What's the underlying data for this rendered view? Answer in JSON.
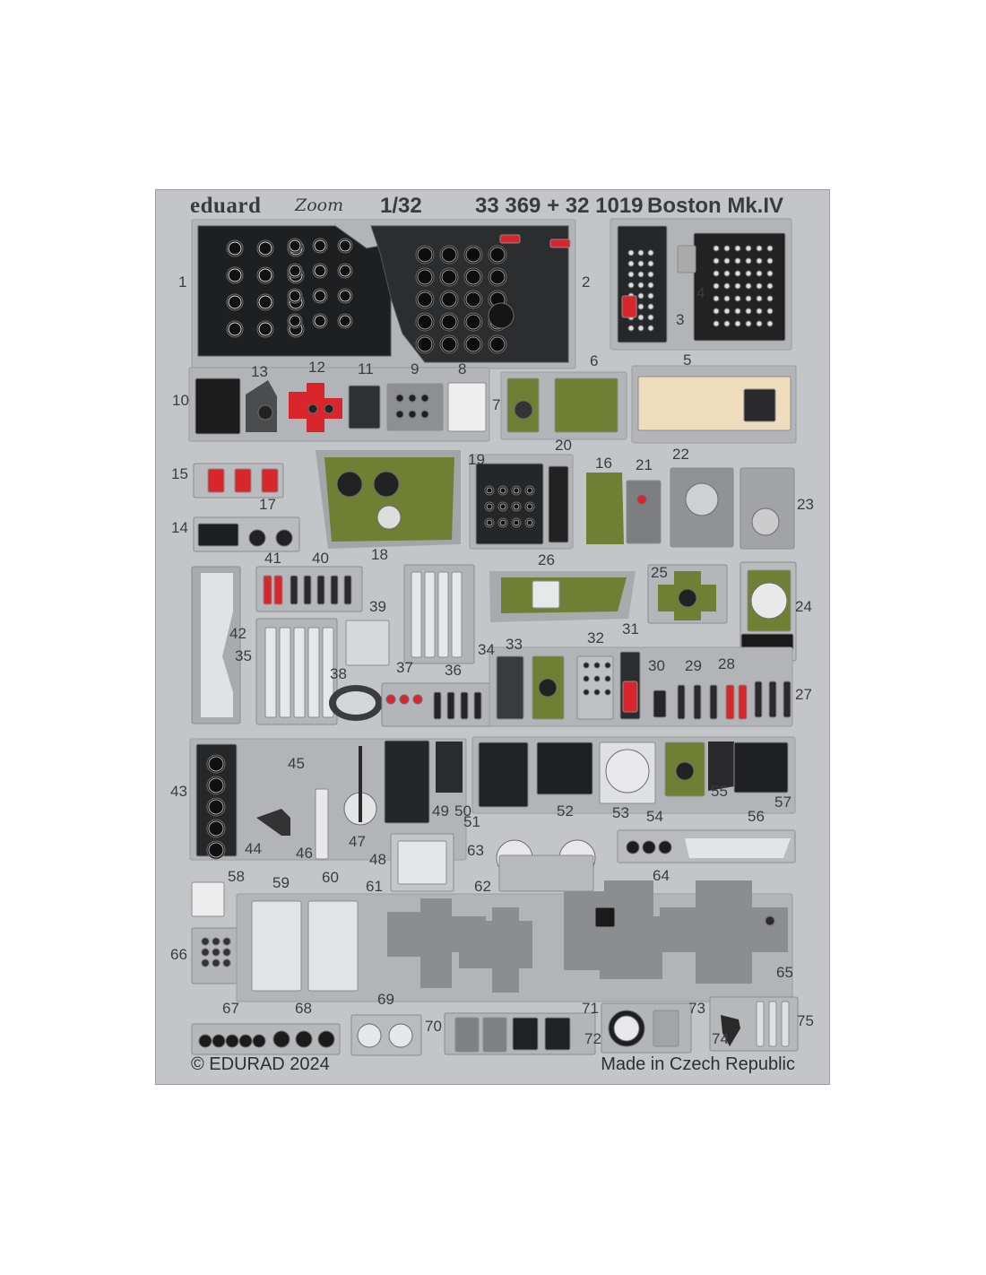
{
  "header": {
    "brand": "eduard",
    "logo_text": "Zoom",
    "scale": "1/32",
    "codes": "33 369 + 32 1019",
    "title": "Boston Mk.IV"
  },
  "footer": {
    "copyright": "© EDURAD 2024",
    "origin": "Made in Czech Republic"
  },
  "part_numbers": [
    "1",
    "2",
    "3",
    "4",
    "5",
    "6",
    "7",
    "8",
    "9",
    "10",
    "11",
    "12",
    "13",
    "14",
    "15",
    "16",
    "17",
    "18",
    "19",
    "20",
    "21",
    "22",
    "23",
    "24",
    "25",
    "26",
    "27",
    "28",
    "29",
    "30",
    "31",
    "32",
    "33",
    "34",
    "35",
    "36",
    "37",
    "38",
    "39",
    "40",
    "41",
    "42",
    "43",
    "44",
    "45",
    "46",
    "47",
    "48",
    "49",
    "50",
    "51",
    "52",
    "53",
    "54",
    "55",
    "56",
    "57",
    "58",
    "59",
    "60",
    "61",
    "62",
    "63",
    "64",
    "65",
    "66",
    "67",
    "68",
    "69",
    "70",
    "71",
    "72",
    "73",
    "74",
    "75"
  ],
  "colors": {
    "fret": "#c3c5c8",
    "panel_black": "#1e1f20",
    "olive": "#6f7f33",
    "red": "#d9262c",
    "beige": "#efdcbd",
    "grey_part": "#8f9194",
    "light_part": "#dcdde0"
  }
}
